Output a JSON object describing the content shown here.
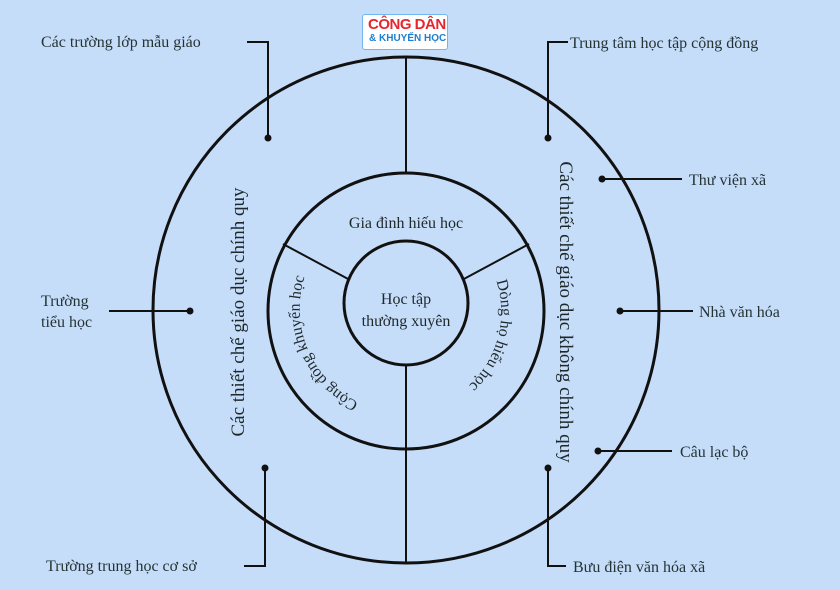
{
  "logo": {
    "top": "CÔNG DÂN",
    "bottom": "& KHUYẾN HỌC"
  },
  "center": {
    "line1": "Học tập",
    "line2": "thường xuyên"
  },
  "middle_ring": {
    "top": "Gia đình hiếu học",
    "right": "Dòng họ hiếu học",
    "left": "Cộng đồng khuyến học"
  },
  "outer_ring": {
    "left": "Các thiết chế giáo dục chính quy",
    "right": "Các thiết chế giáo dục không chính quy"
  },
  "labels": {
    "kindergarten": "Các trường lớp mẫu giáo",
    "primary_line1": "Trường",
    "primary_line2": "tiểu học",
    "secondary": "Trường trung học cơ sở",
    "community_center": "Trung tâm học tập cộng đồng",
    "library": "Thư viện xã",
    "culture_house": "Nhà văn hóa",
    "club": "Câu lạc bộ",
    "post_office": "Bưu điện văn hóa xã"
  },
  "colors": {
    "background": "#c6ddfa",
    "line": "#111111",
    "logo_red": "#e6262e",
    "logo_blue": "#1e7fd0"
  }
}
